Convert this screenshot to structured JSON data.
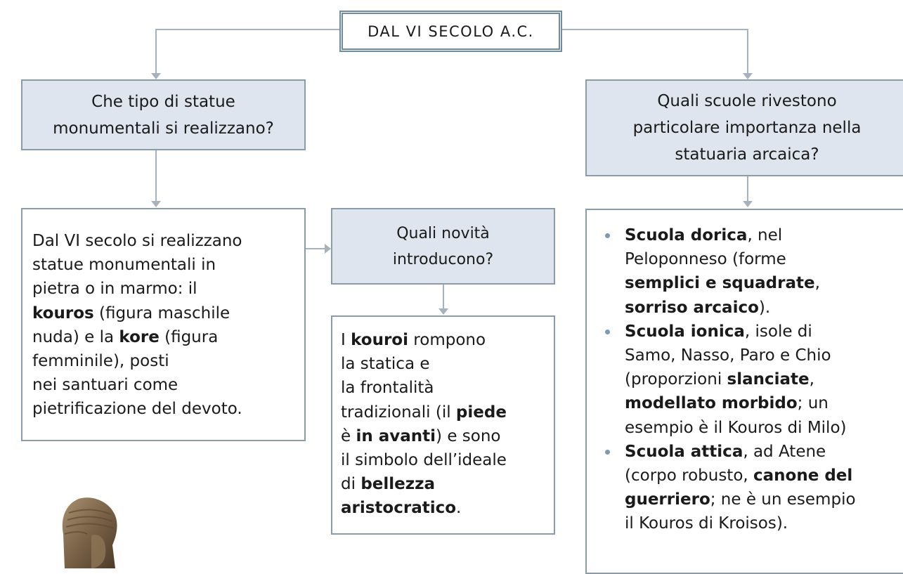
{
  "title": "DAL VI SECOLO A.C.",
  "left_question": "Che tipo di statue\nmonumentali si realizzano?",
  "left_answer": {
    "lines": [
      [
        {
          "t": "Dal VI secolo si realizzano"
        }
      ],
      [
        {
          "t": "statue monumentali in"
        }
      ],
      [
        {
          "t": "pietra o in marmo: il"
        }
      ],
      [
        {
          "t": "kouros",
          "b": true
        },
        {
          "t": " (figura maschile"
        }
      ],
      [
        {
          "t": "nuda) e la "
        },
        {
          "t": "kore",
          "b": true
        },
        {
          "t": " (figura"
        }
      ],
      [
        {
          "t": "femminile), posti"
        }
      ],
      [
        {
          "t": "nei santuari come"
        }
      ],
      [
        {
          "t": "pietrificazione del devoto."
        }
      ]
    ]
  },
  "middle_question": "Quali novità\nintroducono?",
  "middle_answer": {
    "lines": [
      [
        {
          "t": "I "
        },
        {
          "t": "kouroi",
          "b": true
        },
        {
          "t": " rompono"
        }
      ],
      [
        {
          "t": "la statica e"
        }
      ],
      [
        {
          "t": "la frontalità"
        }
      ],
      [
        {
          "t": "tradizionali (il "
        },
        {
          "t": "piede",
          "b": true
        }
      ],
      [
        {
          "t": "è "
        },
        {
          "t": "in avanti",
          "b": true
        },
        {
          "t": ") e sono"
        }
      ],
      [
        {
          "t": "il simbolo dell’ideale"
        }
      ],
      [
        {
          "t": "di "
        },
        {
          "t": "bellezza",
          "b": true
        }
      ],
      [
        {
          "t": "aristocratico",
          "b": true
        },
        {
          "t": "."
        }
      ]
    ]
  },
  "right_question": "Quali scuole rivestono\nparticolare importanza nella\nstatuaria arcaica?",
  "right_answer": {
    "bullets": [
      {
        "lines": [
          [
            {
              "t": "Scuola dorica",
              "b": true
            },
            {
              "t": ", nel"
            }
          ],
          [
            {
              "t": "Peloponneso (forme"
            }
          ],
          [
            {
              "t": "semplici e squadrate",
              "b": true
            },
            {
              "t": ","
            }
          ],
          [
            {
              "t": "sorriso arcaico",
              "b": true
            },
            {
              "t": ")."
            }
          ]
        ]
      },
      {
        "lines": [
          [
            {
              "t": "Scuola ionica",
              "b": true
            },
            {
              "t": ", isole di"
            }
          ],
          [
            {
              "t": "Samo, Nasso, Paro e Chio"
            }
          ],
          [
            {
              "t": "(proporzioni "
            },
            {
              "t": "slanciate",
              "b": true
            },
            {
              "t": ","
            }
          ],
          [
            {
              "t": "modellato morbido",
              "b": true
            },
            {
              "t": "; un"
            }
          ],
          [
            {
              "t": "esempio è il Kouros di Milo)"
            }
          ]
        ]
      },
      {
        "lines": [
          [
            {
              "t": "Scuola attica",
              "b": true
            },
            {
              "t": ", ad Atene"
            }
          ],
          [
            {
              "t": "(corpo robusto, "
            },
            {
              "t": "canone del",
              "b": true
            }
          ],
          [
            {
              "t": "guerriero",
              "b": true
            },
            {
              "t": "; ne è un esempio"
            }
          ],
          [
            {
              "t": "il Kouros di Kroisos)."
            }
          ]
        ]
      }
    ]
  },
  "colors": {
    "question_fill": "#dfe5ee",
    "border": "#8a9cab",
    "connector": "#a6b3be",
    "bullet": "#7d9ab3"
  }
}
